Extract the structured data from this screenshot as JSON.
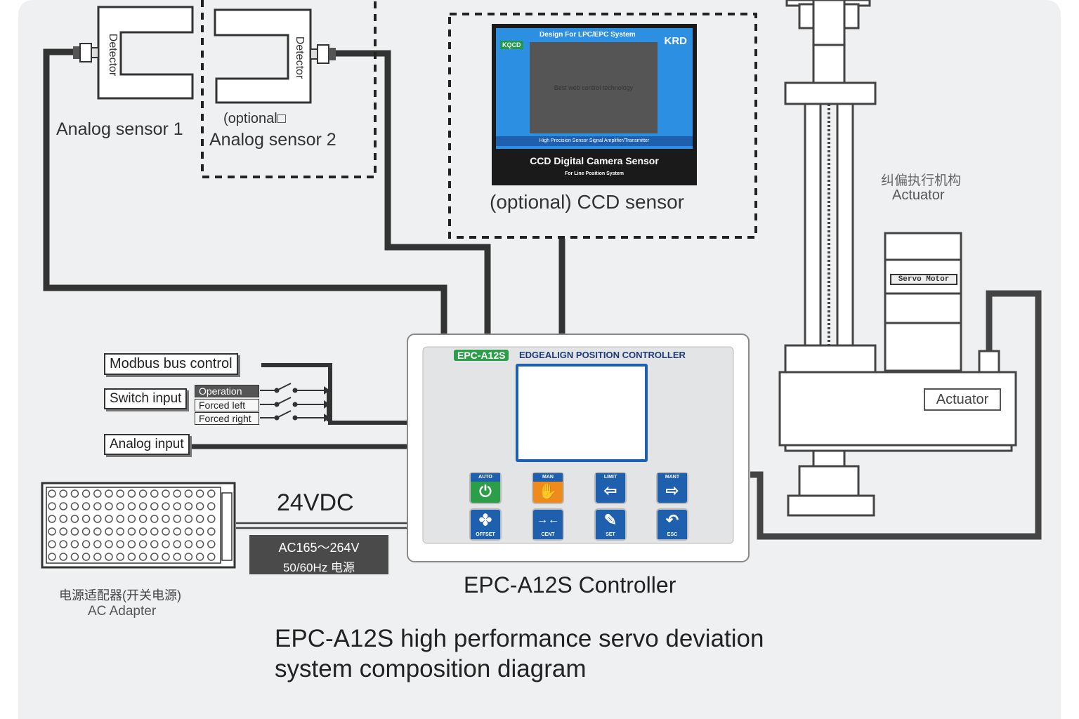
{
  "diagram_title_line1": "EPC-A12S high performance servo deviation",
  "diagram_title_line2": "system composition diagram",
  "sensors": {
    "detector_label": "Detector",
    "analog_sensor_1": "Analog  sensor 1",
    "analog_sensor_2_optional": "(optional□",
    "analog_sensor_2": "Analog  sensor 2"
  },
  "ccd": {
    "screen_left_logo": "KQCD",
    "screen_header": "Design For LPC/EPC System",
    "screen_right_logo": "KRD",
    "screen_center_text": "Best web control technology",
    "screen_strip_text": "High Precision Sensor Signal Amplifier/Transmitter",
    "screen_product_title": "CCD Digital Camera Sensor",
    "screen_product_sub": "For Line Position System",
    "caption": "(optional) CCD sensor"
  },
  "inputs": {
    "modbus": "Modbus bus control",
    "switch_input": "Switch input",
    "switch_rows": [
      "Operation",
      "Forced left",
      "Forced right"
    ],
    "analog_input": "Analog input"
  },
  "power": {
    "voltage": "24VDC",
    "ac_line1": "AC165～264V",
    "ac_line2": "50/60Hz 电源",
    "adapter_cn": "电源适配器(开关电源)",
    "adapter_en": "AC Adapter"
  },
  "controller": {
    "model_badge": "EPC-A12S",
    "heading": "EDGEALIGN POSITION CONTROLLER",
    "caption": "EPC-A12S Controller",
    "keys": [
      {
        "label": "AUTO",
        "symbol": "⏻"
      },
      {
        "label": "MAN",
        "symbol": "✋"
      },
      {
        "label": "LIMIT",
        "symbol": "⇦"
      },
      {
        "label": "MANT",
        "symbol": "⇨"
      },
      {
        "label": "OFFSET",
        "symbol": "✤"
      },
      {
        "label": "CENT",
        "symbol": "→←"
      },
      {
        "label": "SET",
        "symbol": "✎"
      },
      {
        "label": "ESC",
        "symbol": "↶"
      }
    ]
  },
  "actuator": {
    "label_cn": "纠偏执行机构",
    "label_en": "Actuator",
    "servo_motor": "Servo Motor",
    "body_label": "Actuator"
  }
}
